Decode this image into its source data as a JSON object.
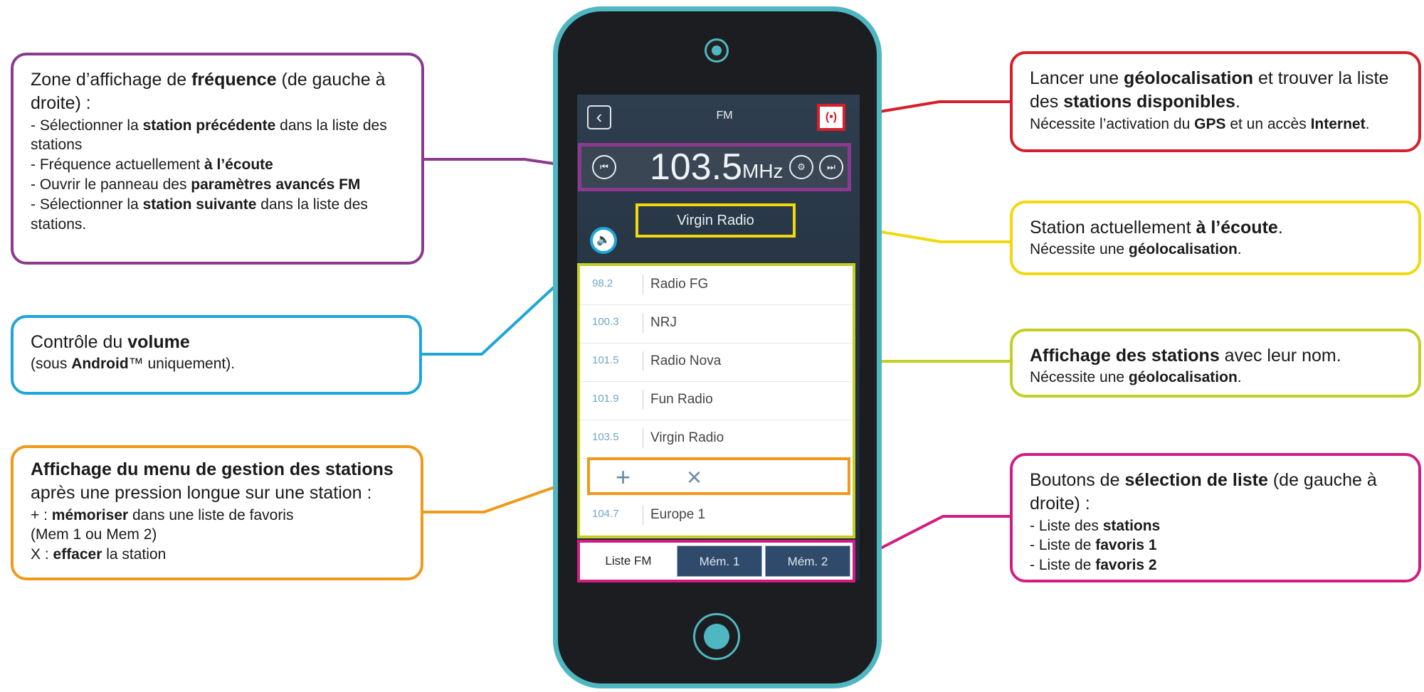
{
  "callouts": {
    "frequency": {
      "head_1": "Zone d’affichage de ",
      "head_2": "fréquence",
      "head_3": " (de gauche à droite) :",
      "l1_a": "- Sélectionner la ",
      "l1_b": "station précédente",
      "l1_c": " dans la liste des stations",
      "l2_a": "- Fréquence actuellement ",
      "l2_b": "à l’écoute",
      "l3_a": "- Ouvrir le panneau des ",
      "l3_b": "paramètres avancés FM",
      "l4_a": "- Sélectionner la ",
      "l4_b": "station suivante",
      "l4_c": " dans la liste des stations."
    },
    "volume": {
      "head_1": "Contrôle du ",
      "head_2": "volume",
      "l1_a": "(sous ",
      "l1_b": "Android",
      "l1_c": "™ uniquement)."
    },
    "menu": {
      "head": "Affichage du menu de gestion des stations",
      "sub": "après une pression longue sur une station :",
      "l1_a": "+ : ",
      "l1_b": "mémoriser",
      "l1_c": " dans une liste de favoris",
      "l2": "(Mem 1 ou Mem 2)",
      "l3_a": "X : ",
      "l3_b": "effacer",
      "l3_c": " la station"
    },
    "geo": {
      "head_1": "Lancer une ",
      "head_2": "géolocalisation",
      "head_3": " et trouver la liste des ",
      "head_4": "stations disponibles",
      "head_5": ".",
      "l1_a": "Nécessite l’activation du ",
      "l1_b": "GPS",
      "l1_c": " et un accès ",
      "l1_d": "Internet",
      "l1_e": "."
    },
    "station": {
      "head_1": "Station actuellement ",
      "head_2": "à l’écoute",
      "head_3": ".",
      "l1_a": "Nécessite une ",
      "l1_b": "géolocalisation",
      "l1_c": "."
    },
    "list": {
      "head_1": "Affichage des stations",
      "head_2": " avec leur nom.",
      "l1_a": "Nécessite une ",
      "l1_b": "géolocalisation",
      "l1_c": "."
    },
    "tabs": {
      "head_1": "Boutons de ",
      "head_2": "sélection de liste",
      "head_3": " (de gauche à droite) :",
      "l1_a": "- Liste des ",
      "l1_b": "stations",
      "l2_a": "- Liste de ",
      "l2_b": "favoris 1",
      "l3_a": "- Liste de ",
      "l3_b": "favoris 2"
    }
  },
  "phone": {
    "header": {
      "back_glyph": "‹",
      "title": "FM",
      "geo_glyph": "(•)"
    },
    "frequency": {
      "value": "103.5",
      "unit": "MHz",
      "prev_glyph": "⏮",
      "settings_glyph": "⚙",
      "next_glyph": "⏭"
    },
    "now_playing": "Virgin Radio",
    "volume_glyph": "🔈",
    "stations": [
      {
        "freq": "98.2",
        "name": "Radio FG"
      },
      {
        "freq": "100.3",
        "name": "NRJ"
      },
      {
        "freq": "101.5",
        "name": "Radio Nova"
      },
      {
        "freq": "101.9",
        "name": "Fun Radio"
      },
      {
        "freq": "103.5",
        "name": "Virgin Radio"
      },
      {
        "freq": "",
        "name": ""
      },
      {
        "freq": "104.7",
        "name": "Europe 1"
      }
    ],
    "menu": {
      "add": "+",
      "delete": "×"
    },
    "tabs": {
      "fm": "Liste FM",
      "mem1": "Mém. 1",
      "mem2": "Mém. 2"
    }
  },
  "colors": {
    "purple": "#8b3a8f",
    "blue": "#1ea6d8",
    "orange": "#f0991b",
    "red": "#d51f2a",
    "yellow": "#f0d90c",
    "green": "#c3cf24",
    "magenta": "#d11d83",
    "teal": "#4fb7c2"
  }
}
